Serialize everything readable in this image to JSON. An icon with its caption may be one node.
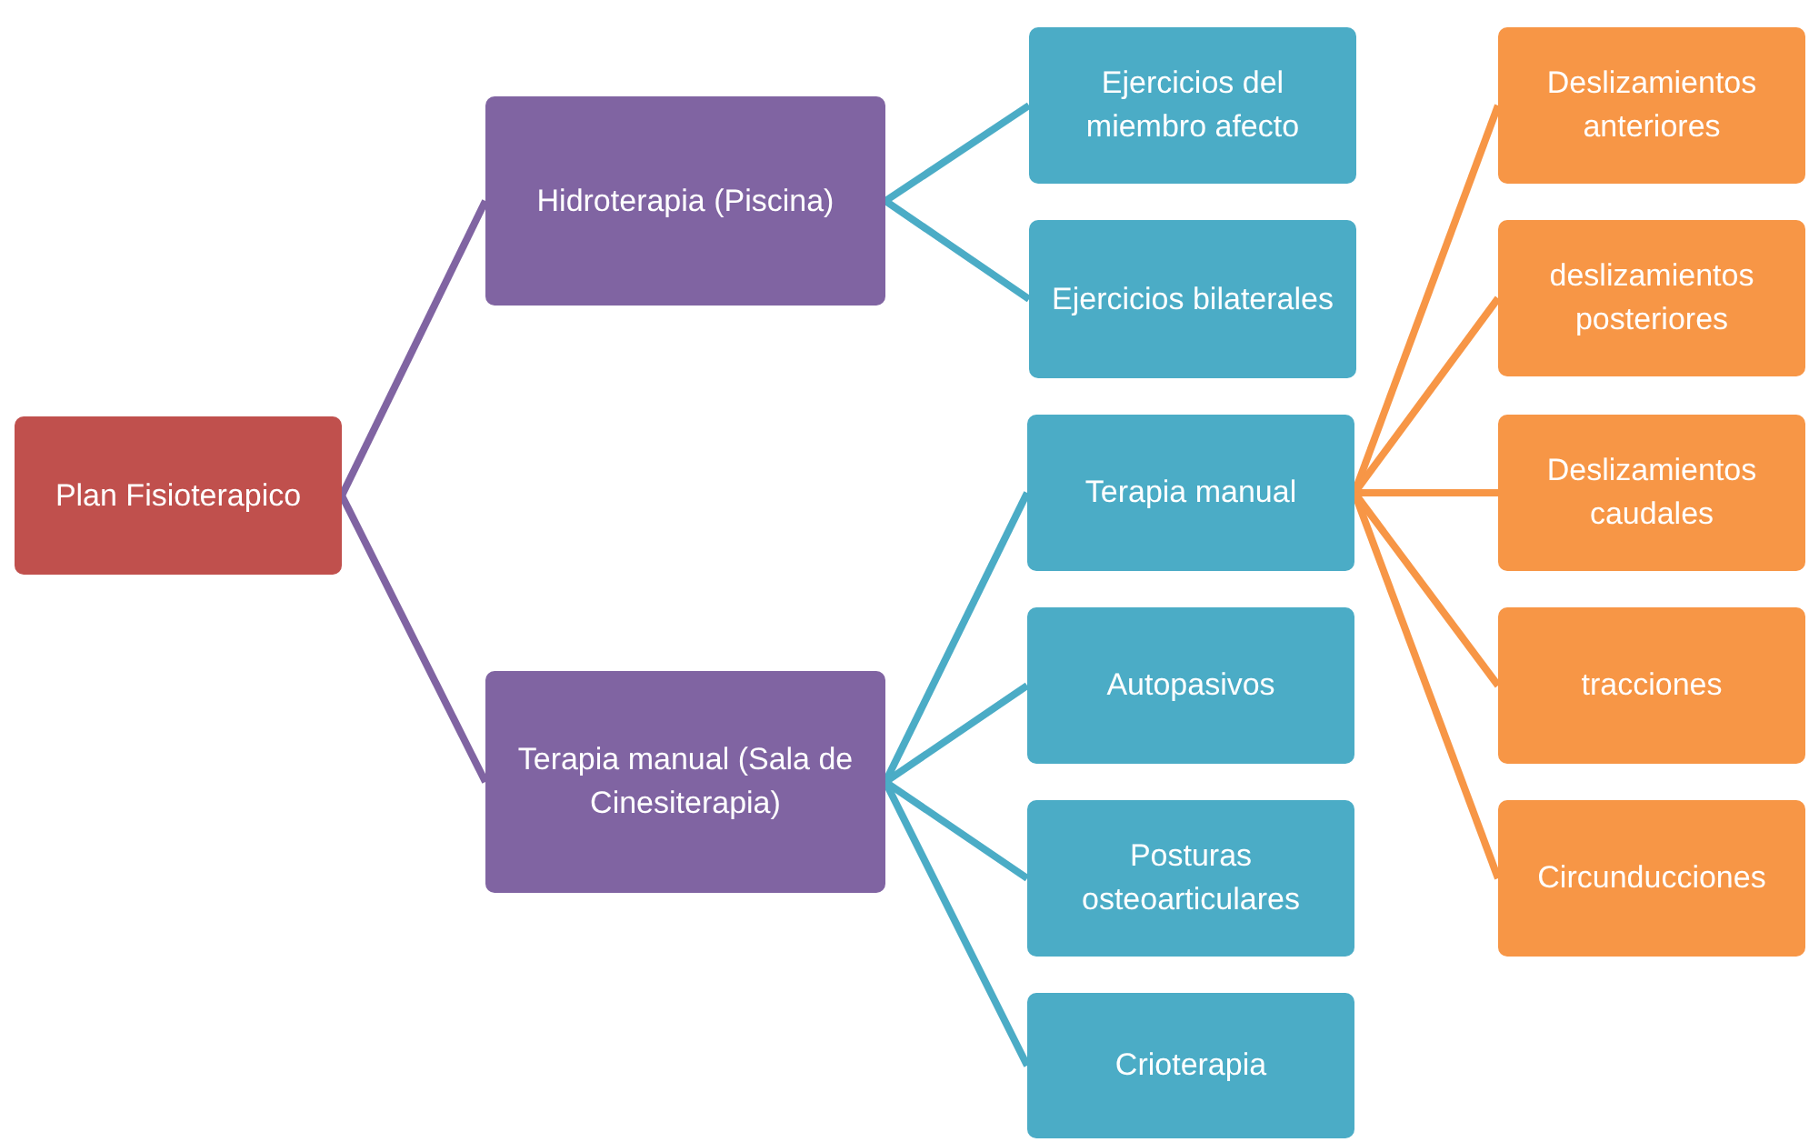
{
  "diagram": {
    "nodes": [
      {
        "text": [
          "Plan Fisioterapico"
        ]
      },
      {
        "text": [
          "Hidroterapia (Piscina)"
        ]
      },
      {
        "text": [
          "Terapia manual (Sala de Cinesiterapia)"
        ]
      },
      {
        "text": [
          "Ejercicios del miembro afecto"
        ]
      },
      {
        "text": [
          "Ejercicios bilaterales"
        ]
      },
      {
        "text": [
          "Terapia manual"
        ]
      },
      {
        "text": [
          "Autopasivos"
        ]
      },
      {
        "text": [
          "Posturas osteoarticulares"
        ]
      },
      {
        "text": [
          "Crioterapia"
        ]
      },
      {
        "text": [
          "Deslizamientos anteriores"
        ]
      },
      {
        "text": [
          "deslizamientos posteriores"
        ]
      },
      {
        "text": [
          "Deslizamientos caudales"
        ]
      },
      {
        "text": [
          "tracciones"
        ]
      },
      {
        "text": [
          "Circunducciones"
        ]
      }
    ],
    "edges": [
      {
        "from": 0,
        "to": 1,
        "arrow": "none",
        "color": "#8064a2"
      },
      {
        "from": 0,
        "to": 2,
        "arrow": "none",
        "color": "#8064a2"
      },
      {
        "from": 1,
        "to": 3,
        "arrow": "none",
        "color": "#4bacc6"
      },
      {
        "from": 1,
        "to": 4,
        "arrow": "none",
        "color": "#4bacc6"
      },
      {
        "from": 2,
        "to": 5,
        "arrow": "none",
        "color": "#4bacc6"
      },
      {
        "from": 2,
        "to": 6,
        "arrow": "none",
        "color": "#4bacc6"
      },
      {
        "from": 2,
        "to": 7,
        "arrow": "none",
        "color": "#4bacc6"
      },
      {
        "from": 2,
        "to": 8,
        "arrow": "none",
        "color": "#4bacc6"
      },
      {
        "from": 5,
        "to": 9,
        "arrow": "none",
        "color": "#f79646"
      },
      {
        "from": 5,
        "to": 10,
        "arrow": "none",
        "color": "#f79646"
      },
      {
        "from": 5,
        "to": 11,
        "arrow": "none",
        "color": "#f79646"
      },
      {
        "from": 5,
        "to": 12,
        "arrow": "none",
        "color": "#f79646"
      },
      {
        "from": 5,
        "to": 13,
        "arrow": "none",
        "color": "#f79646"
      }
    ]
  }
}
